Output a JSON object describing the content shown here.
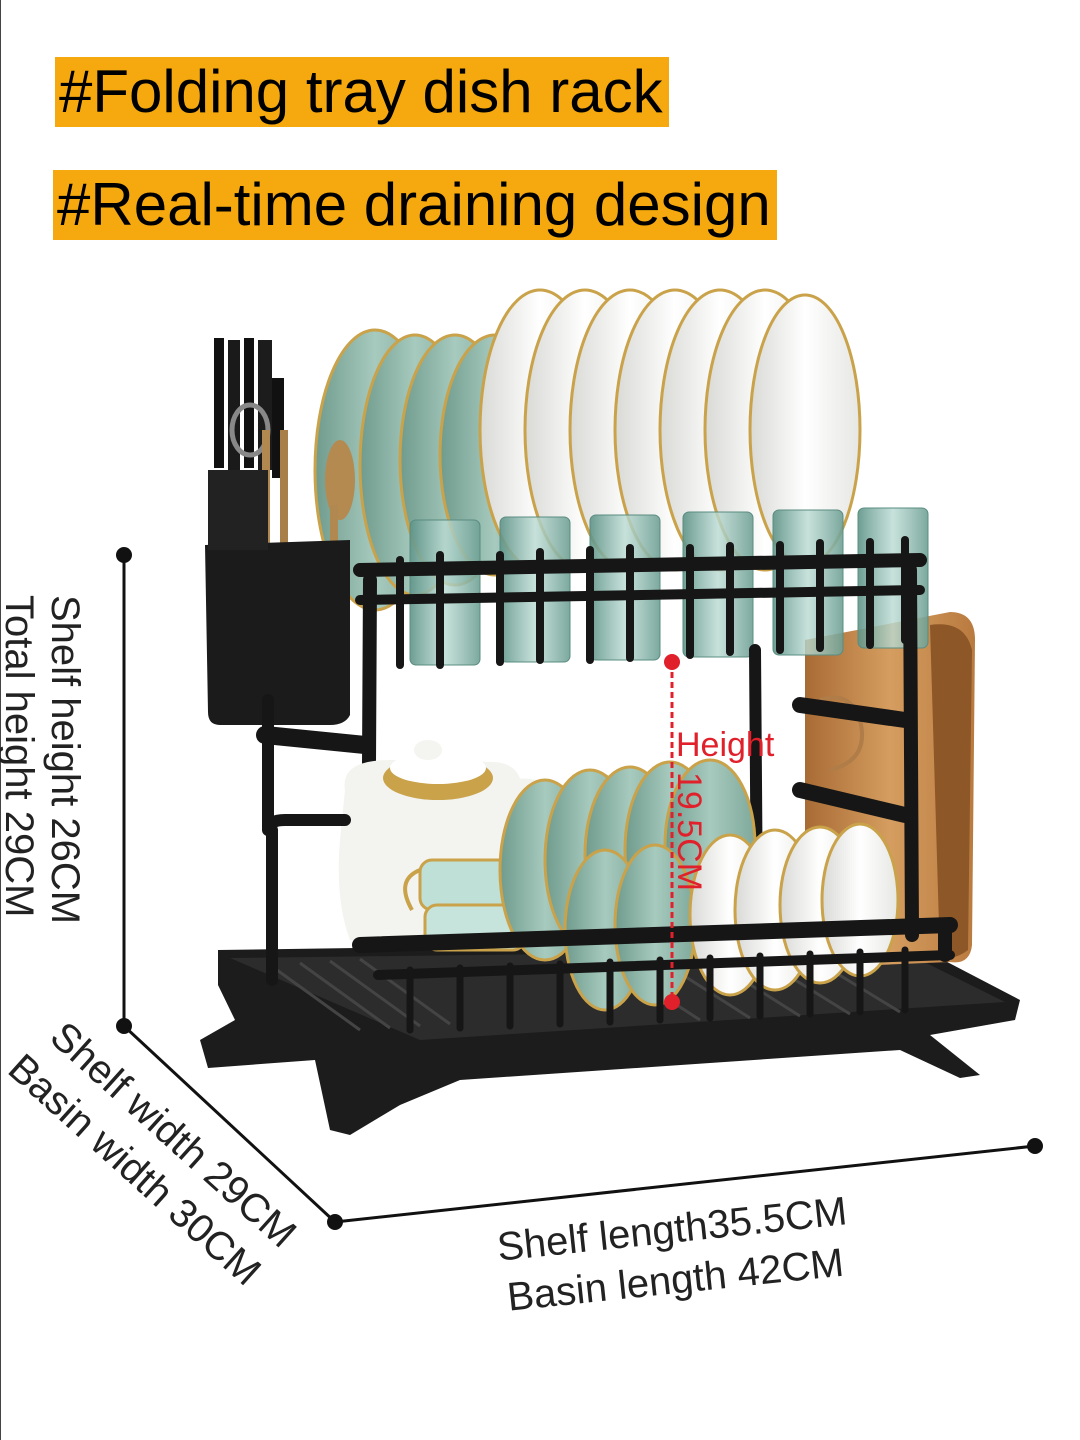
{
  "titles": {
    "line1": "#Folding tray dish rack",
    "line2": "#Real-time draining design"
  },
  "dimensions": {
    "shelf_height": "Shelf height 26CM",
    "total_height": "Total height 29CM",
    "shelf_width": "Shelf width 29CM",
    "basin_width": "Basin width 30CM",
    "shelf_length": "Shelf length35.5CM",
    "basin_length": "Basin length 42CM",
    "inner_height_label": "Height",
    "inner_height_value": "19.5CM"
  },
  "colors": {
    "tag_background": "#f5a90f",
    "rack": "#1a1a1a",
    "plate_green": "#8fb8aa",
    "plate_white": "#f4f4f2",
    "gold_rim": "#c9a24a",
    "board_wood": "#c58a4e",
    "measure_red": "#e0202a"
  }
}
